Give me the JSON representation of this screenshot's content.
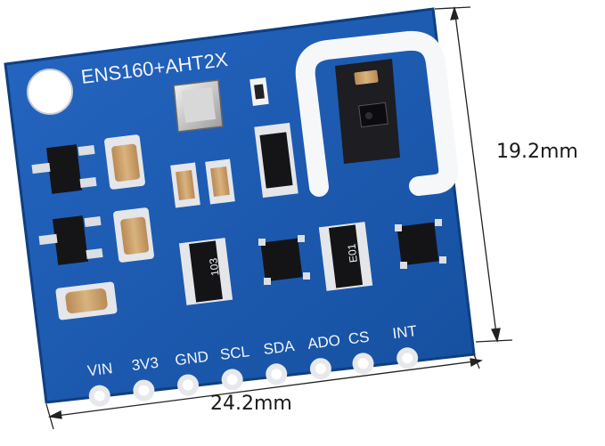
{
  "board": {
    "name": "ENS160+AHT2X",
    "color": "#1f5fb8",
    "pad_color": "#e6e8ec",
    "pins": [
      "VIN",
      "3V3",
      "GND",
      "SCL",
      "SDA",
      "ADO",
      "CS",
      "INT"
    ]
  },
  "dimensions": {
    "width_label": "24.2mm",
    "height_label": "19.2mm"
  },
  "components": {
    "resistor_array_left": "103",
    "resistor_array_right": "E01"
  }
}
